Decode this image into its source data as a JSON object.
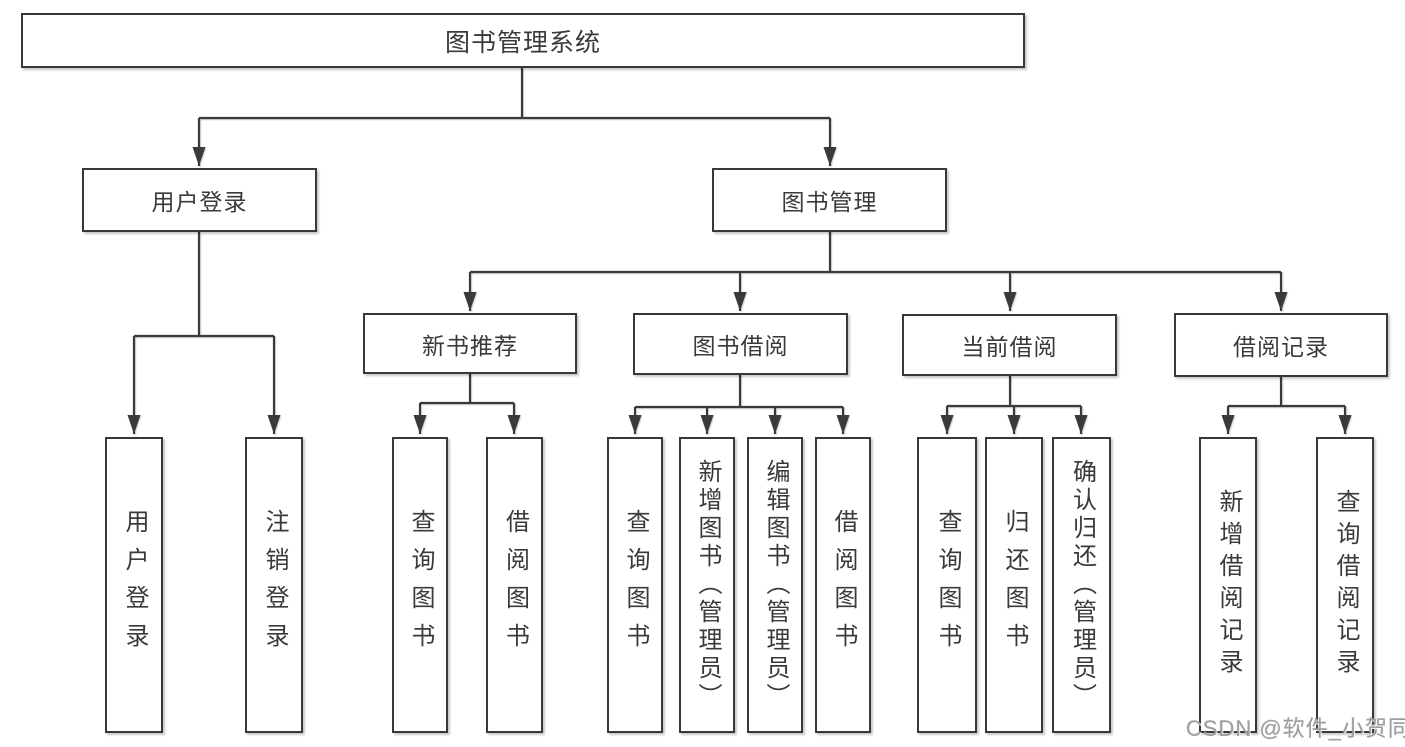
{
  "diagram": {
    "title": "图书管理系统",
    "branches": [
      {
        "label": "用户登录",
        "children": [
          {
            "label": "用户登录"
          },
          {
            "label": "注销登录"
          }
        ]
      },
      {
        "label": "图书管理",
        "children": [
          {
            "label": "新书推荐",
            "children": [
              {
                "label": "查询图书"
              },
              {
                "label": "借阅图书"
              }
            ]
          },
          {
            "label": "图书借阅",
            "children": [
              {
                "label": "查询图书"
              },
              {
                "label": "新增图书（管理员）"
              },
              {
                "label": "编辑图书（管理员）"
              },
              {
                "label": "借阅图书"
              }
            ]
          },
          {
            "label": "当前借阅",
            "children": [
              {
                "label": "查询图书"
              },
              {
                "label": "归还图书"
              },
              {
                "label": "确认归还（管理员）"
              }
            ]
          },
          {
            "label": "借阅记录",
            "children": [
              {
                "label": "新增借阅记录"
              },
              {
                "label": "查询借阅记录"
              }
            ]
          }
        ]
      }
    ]
  },
  "watermark": {
    "text": "CSDN @软件_小贺同学"
  },
  "colors": {
    "line": "#3a3a3a",
    "box_border": "#383838",
    "box_fill": "#ffffff",
    "text": "#3a3a3a",
    "watermark": "#9d9d9d",
    "background": "#ffffff"
  }
}
